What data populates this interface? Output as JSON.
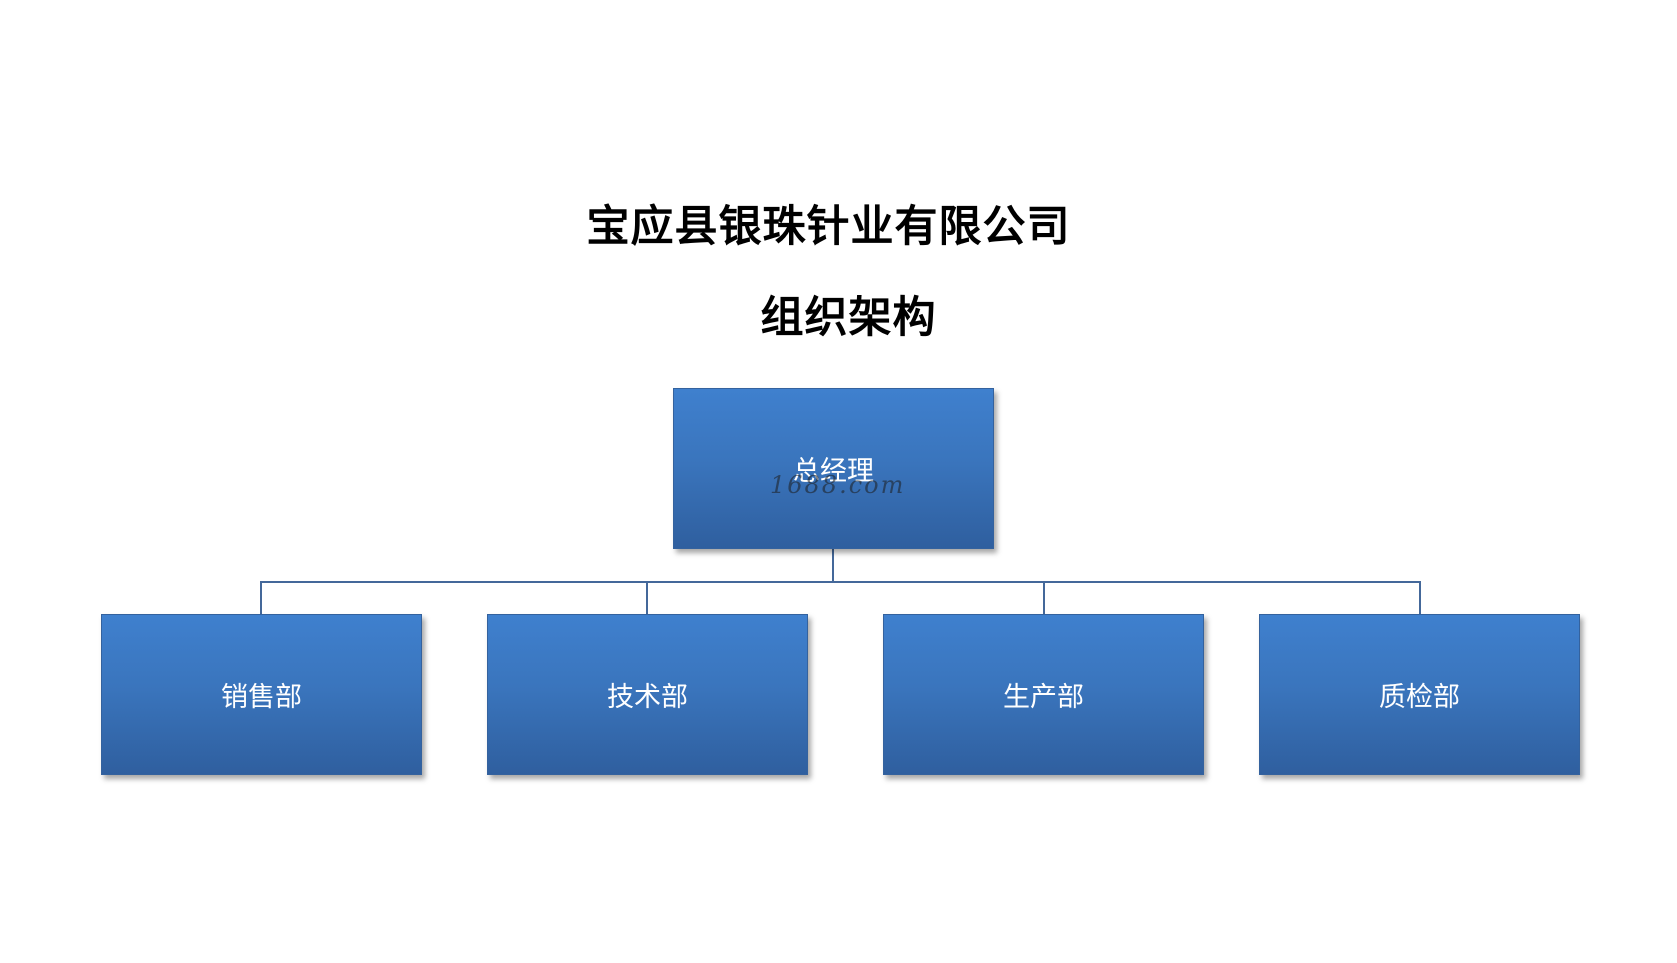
{
  "header": {
    "company": "宝应县银珠针业有限公司",
    "subtitle": "组织架构"
  },
  "org": {
    "root": "总经理",
    "departments": [
      "销售部",
      "技术部",
      "生产部",
      "质检部"
    ]
  },
  "watermark": "1688.com",
  "colors": {
    "box_top": "#3f80ce",
    "box_bottom": "#2f5f9f",
    "connector": "#44689a"
  }
}
